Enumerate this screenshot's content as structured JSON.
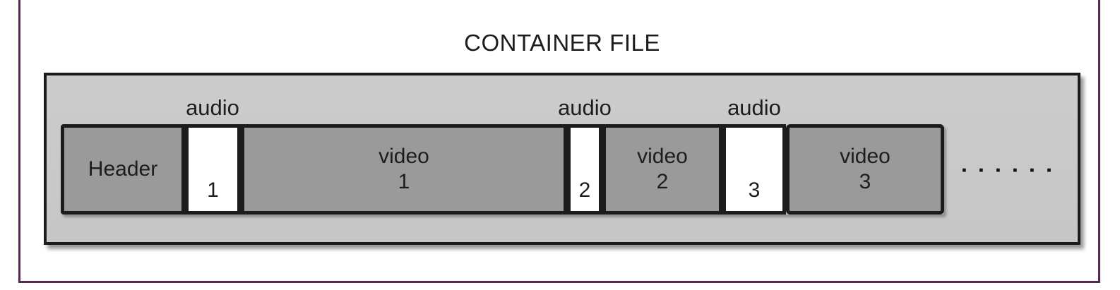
{
  "page": {
    "title": "CONTAINER FILE"
  },
  "strip": {
    "header": {
      "label": "Header"
    },
    "audio1": {
      "track_label": "audio",
      "number": "1"
    },
    "video1": {
      "line1": "video",
      "line2": "1"
    },
    "audio2": {
      "track_label": "audio",
      "number": "2"
    },
    "video2": {
      "line1": "video",
      "line2": "2"
    },
    "audio3": {
      "track_label": "audio",
      "number": "3"
    },
    "video3": {
      "line1": "video",
      "line2": "3"
    },
    "continuation_dots": "▪ ▪ ▪ ▪ ▪ ▪"
  },
  "colors": {
    "frame_border": "#542a55",
    "container_fill": "#c9c9c9",
    "container_border": "#1c1c1c",
    "media_block_fill": "#9a9a9a",
    "audio_block_fill": "#ffffff",
    "text": "#1d1d1d"
  }
}
